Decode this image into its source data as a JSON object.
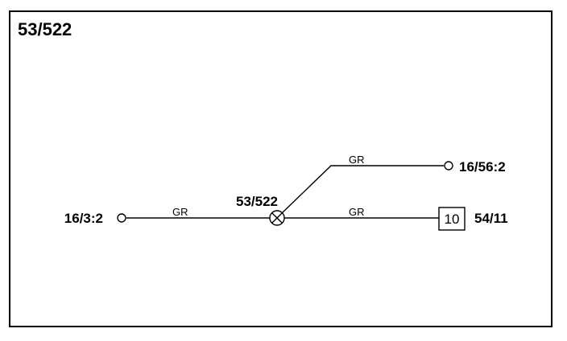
{
  "diagram": {
    "title": "53/522",
    "junction_label": "53/522",
    "left_terminal_label": "16/3:2",
    "upper_terminal_label": "16/56:2",
    "connector_label": "54/11",
    "connector_pin": "10",
    "wire_left_color": "GR",
    "wire_upper_color": "GR",
    "wire_lower_color": "GR"
  }
}
